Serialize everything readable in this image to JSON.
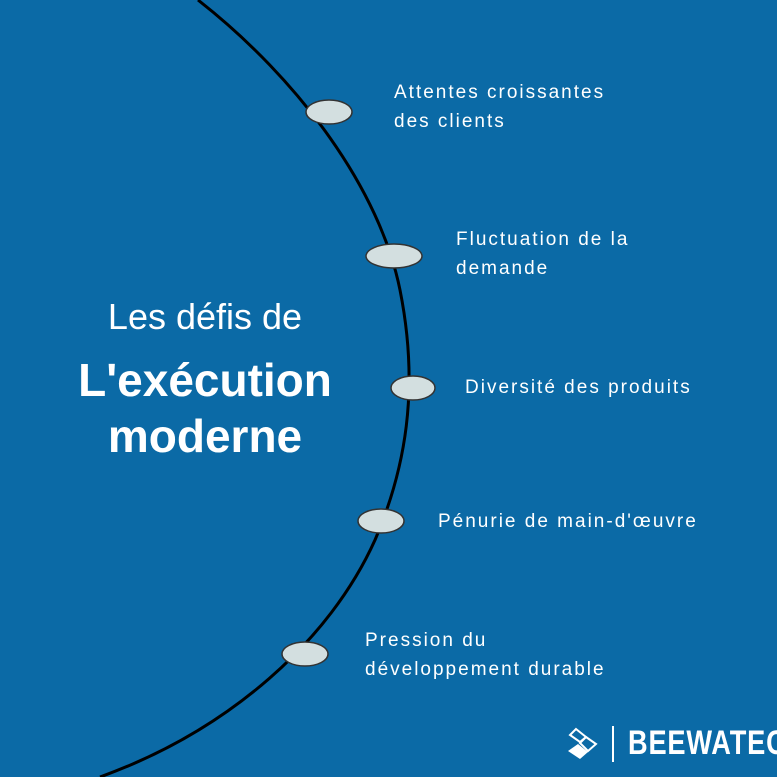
{
  "title": {
    "line1": "Les défis de",
    "line2": "L'exécution",
    "line3": "moderne"
  },
  "items": [
    {
      "line1": "Attentes croissantes",
      "line2": "des clients"
    },
    {
      "line1": "Fluctuation de la",
      "line2": "demande"
    },
    {
      "line1": "Diversité des produits",
      "line2": ""
    },
    {
      "line1": "Pénurie de main-d'œuvre",
      "line2": ""
    },
    {
      "line1": "Pression du",
      "line2": "développement durable"
    }
  ],
  "logo": {
    "text": "BEEWATEC"
  },
  "colors": {
    "background": "#0b6aa6",
    "arc": "#000000",
    "dot": "#d3dfe0",
    "text": "#ffffff"
  }
}
